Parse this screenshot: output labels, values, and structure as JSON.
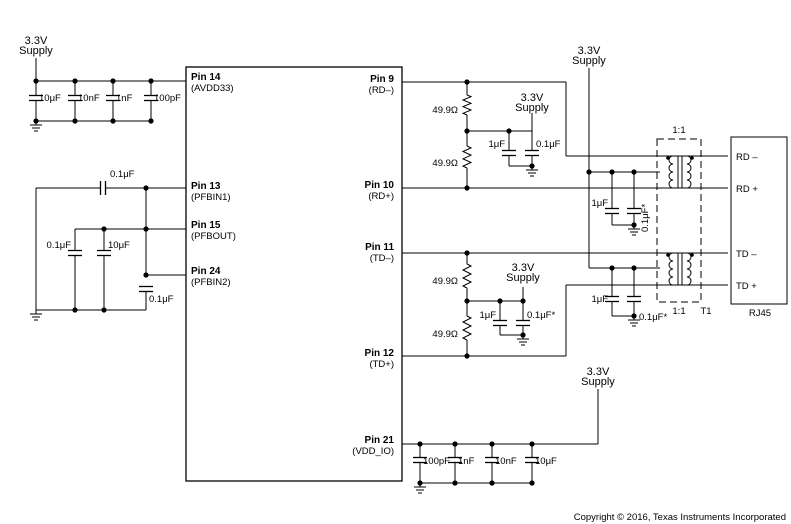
{
  "ic": {
    "left_pins": [
      {
        "name": "Pin 14",
        "func": "(AVDD33)"
      },
      {
        "name": "Pin 13",
        "func": "(PFBIN1)"
      },
      {
        "name": "Pin 15",
        "func": "(PFBOUT)"
      },
      {
        "name": "Pin 24",
        "func": "(PFBIN2)"
      }
    ],
    "right_pins": [
      {
        "name": "Pin 9",
        "func": "(RD–)"
      },
      {
        "name": "Pin 10",
        "func": "(RD+)"
      },
      {
        "name": "Pin 11",
        "func": "(TD–)"
      },
      {
        "name": "Pin 12",
        "func": "(TD+)"
      },
      {
        "name": "Pin 21",
        "func": "(VDD_IO)"
      }
    ]
  },
  "supplies": {
    "avdd": [
      "3.3V",
      "Supply"
    ],
    "transformer": [
      "3.3V",
      "Supply"
    ],
    "rd_term": [
      "3.3V",
      "Supply"
    ],
    "td_term": [
      "3.3V",
      "Supply"
    ],
    "vddio": [
      "3.3V",
      "Supply"
    ]
  },
  "avdd_caps": [
    "10μF",
    "10nF",
    "1nF",
    "100pF"
  ],
  "pfb_caps": {
    "c13": "0.1μF",
    "c15a": "0.1μF",
    "c15b": "10μF",
    "c24": "0.1μF"
  },
  "rd_term": {
    "r1": "49.9Ω",
    "r2": "49.9Ω",
    "c1": "1μF",
    "c2": "0.1μF"
  },
  "td_term": {
    "r1": "49.9Ω",
    "r2": "49.9Ω",
    "c1": "1μF",
    "c2": "0.1μF*"
  },
  "transformer_caps": {
    "rd_c1": "1μF",
    "rd_c2": "0.1μF*",
    "td_c1": "1μF",
    "td_c2": "0.1μF*"
  },
  "transformer": {
    "ratio_top": "1:1",
    "ratio_bottom": "1:1",
    "ref": "T1"
  },
  "rj45": {
    "label": "RJ45",
    "pins": [
      "RD –",
      "RD +",
      "TD –",
      "TD +"
    ]
  },
  "vddio_caps": [
    "100pF",
    "1nF",
    "10nF",
    "10μF"
  ],
  "copyright": "Copyright © 2016, Texas Instruments Incorporated"
}
